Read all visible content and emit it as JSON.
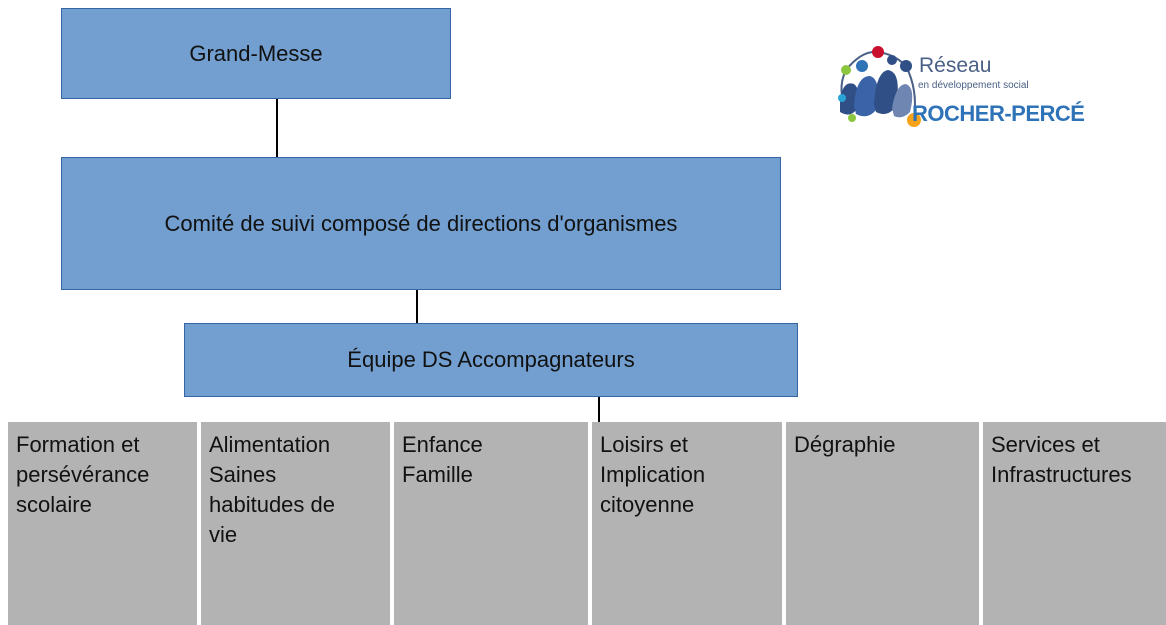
{
  "hierarchy": {
    "grand_messe": "Grand-Messe",
    "comite": "Comité de suivi composé de directions d'organismes",
    "equipe": "Équipe DS Accompagnateurs"
  },
  "committees": [
    {
      "lines": [
        "Formation et",
        "persévérance",
        "scolaire"
      ]
    },
    {
      "lines": [
        "Alimentation",
        "Saines",
        "habitudes de",
        "vie"
      ]
    },
    {
      "lines": [
        "Enfance",
        "Famille"
      ]
    },
    {
      "lines": [
        "Loisirs et",
        "Implication",
        "citoyenne"
      ]
    },
    {
      "lines": [
        "Dégraphie"
      ]
    },
    {
      "lines": [
        "Services et",
        "Infrastructures"
      ]
    }
  ],
  "logo": {
    "name": "Réseau",
    "subtitle": "en développement social",
    "region": "ROCHER-PERCÉ"
  },
  "colors": {
    "level_box_fill": "#729fcf",
    "level_box_border": "#3465a4",
    "committee_fill": "#b3b3b3",
    "logo_text_blue": "#4a6086",
    "logo_region_blue": "#2e73b8"
  }
}
